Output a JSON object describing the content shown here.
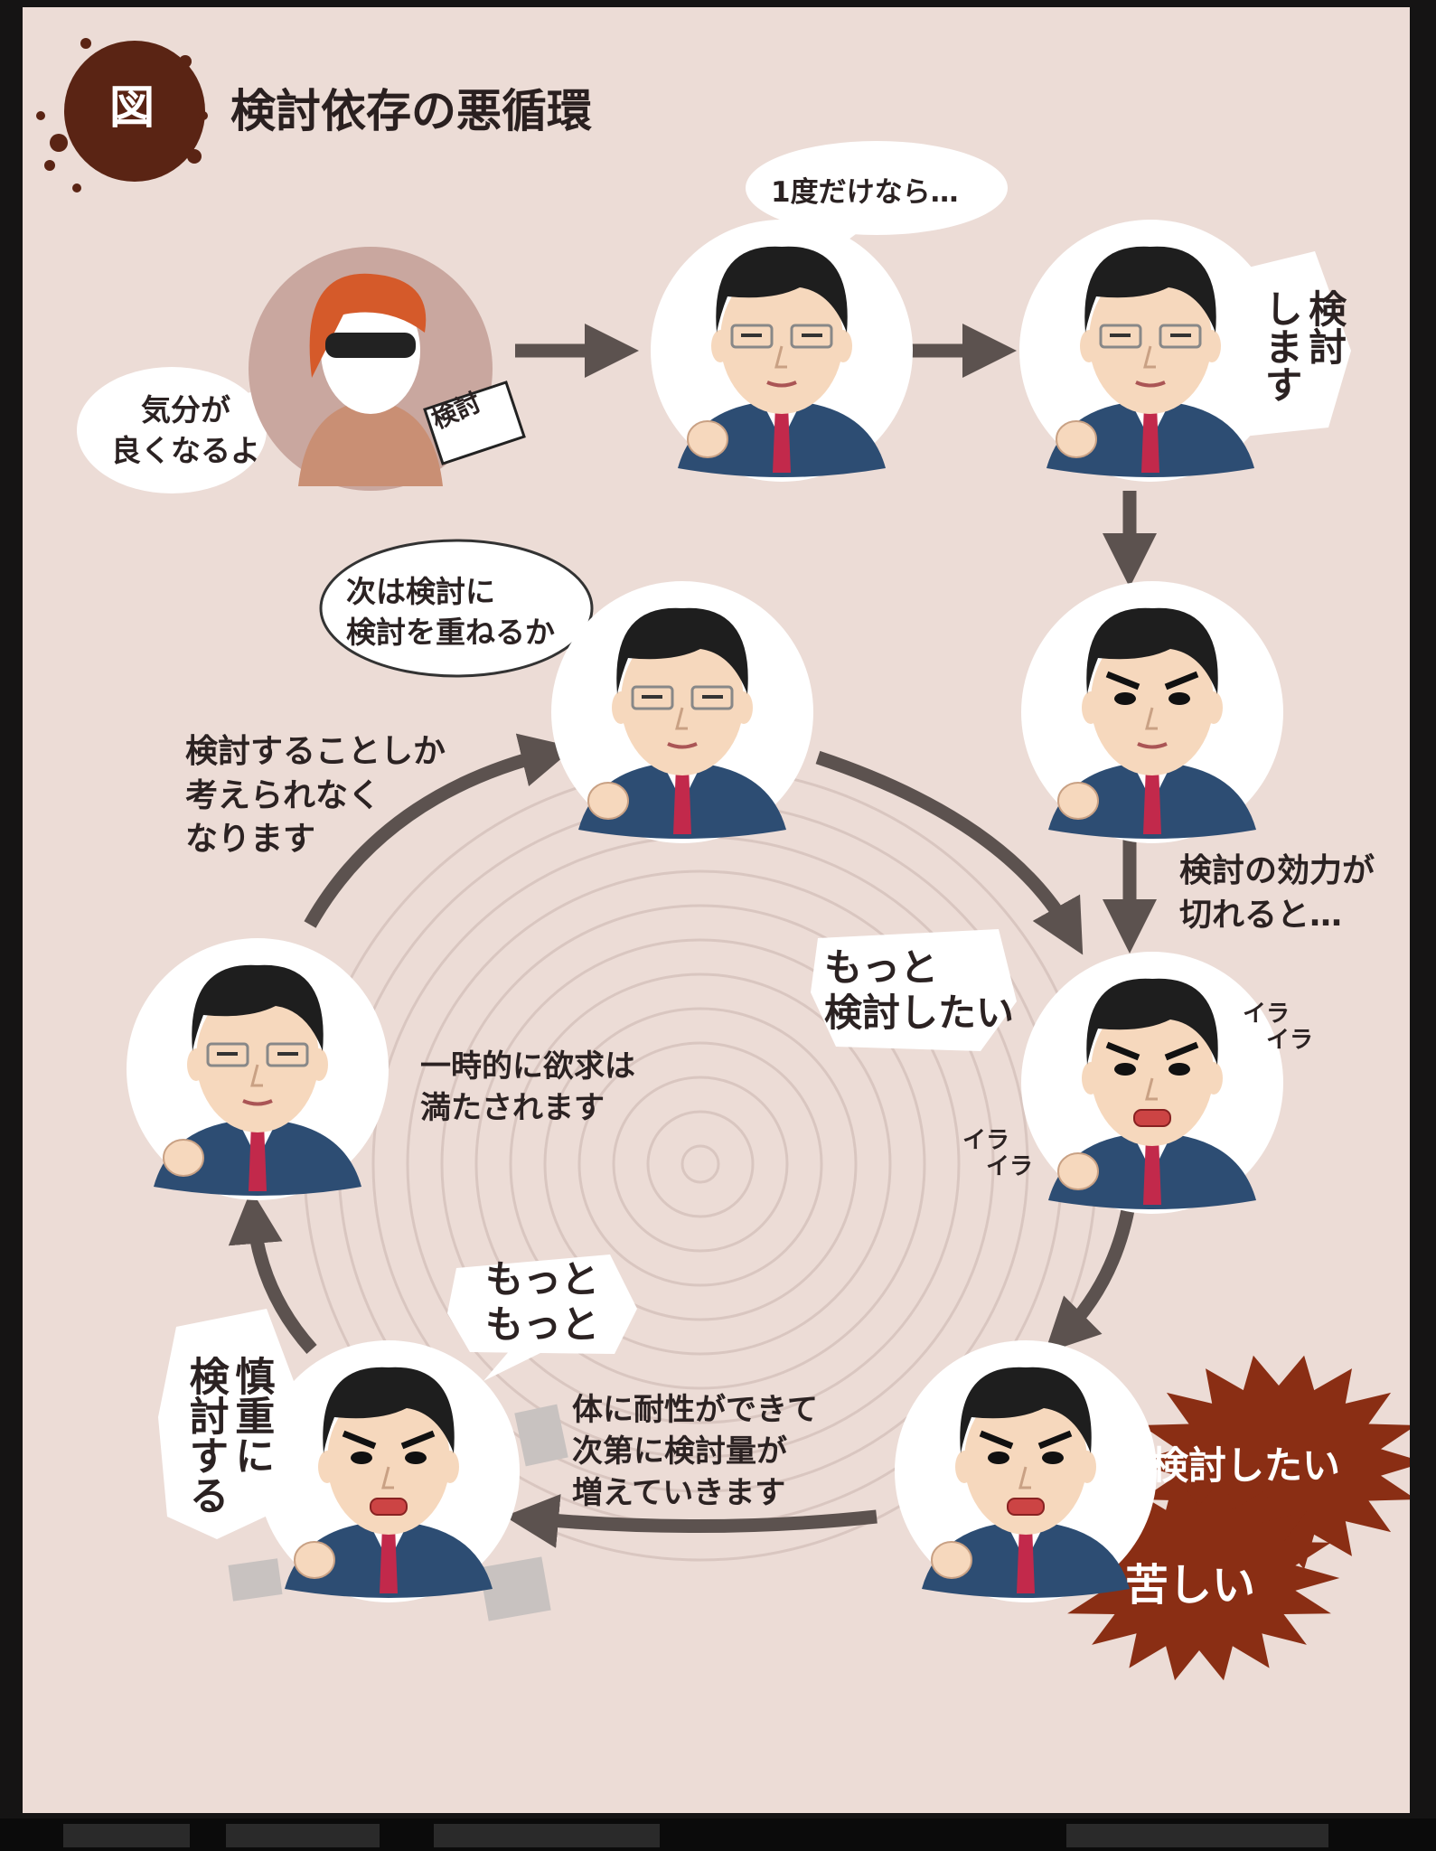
{
  "header": {
    "badge": "図",
    "title": "検討依存の悪循環"
  },
  "bubbles": {
    "feel_good": "気分が\n良くなるよ",
    "once_only": "1度だけなら…",
    "will_consider": "検討\nします",
    "next_consider": "次は検討に\n検討を重ねるか",
    "more_consider": "もっと\n検討したい",
    "more_more": "もっと\nもっと",
    "carefully": "慎重に\n検討する"
  },
  "labels": {
    "pill_label": "検討",
    "effect_wears_off": "検討の効力が\n切れると…",
    "only_think": "検討することしか\n考えられなく\nなります",
    "satisfied": "一時的に欲求は\n満たされます",
    "tolerance": "体に耐性ができて\n次第に検討量が\n増えていきます",
    "ira_1": "イラ\n　イラ",
    "ira_2": "イラ\n　イラ"
  },
  "bursts": {
    "want": "検討したい",
    "suffering": "苦しい"
  },
  "colors": {
    "background": "#ecdcd6",
    "arrow": "#5c524f",
    "burst": "#8a2e14",
    "dealer_circle": "#c9a79f",
    "suit": "#2d4d73",
    "tie": "#c2294b",
    "skin": "#f6d8bd",
    "hair": "#1e1e1e"
  }
}
